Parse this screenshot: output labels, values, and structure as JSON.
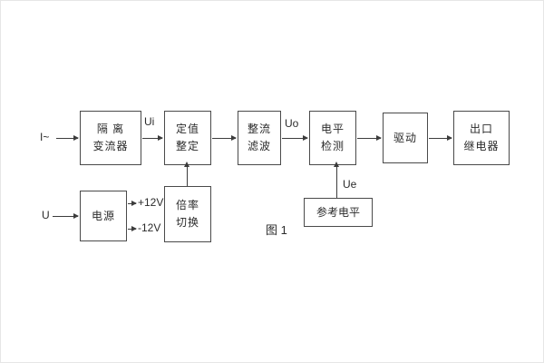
{
  "figure": {
    "caption": "图 1"
  },
  "inputs": {
    "current": "I~",
    "voltage": "U"
  },
  "signals": {
    "ui": "Ui",
    "uo": "Uo",
    "ue": "Ue",
    "plus12": "+12V",
    "minus12": "-12V"
  },
  "blocks": {
    "isolation": {
      "line1": "隔 离",
      "line2": "变流器"
    },
    "setting": {
      "line1": "定值",
      "line2": "整定"
    },
    "rectify": {
      "line1": "整流",
      "line2": "滤波"
    },
    "level": {
      "line1": "电平",
      "line2": "检测"
    },
    "drive": {
      "label": "驱动"
    },
    "relay": {
      "line1": "出口",
      "line2": "继电器"
    },
    "power": {
      "label": "电源"
    },
    "ratio": {
      "line1": "倍率",
      "line2": "切换"
    },
    "reference": {
      "label": "参考电平"
    }
  }
}
